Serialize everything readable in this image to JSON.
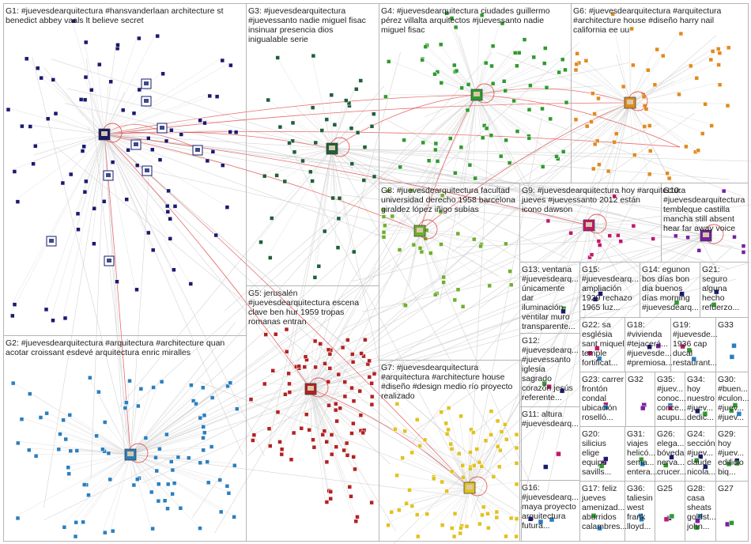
{
  "groups": [
    {
      "id": "G1",
      "lines": [
        "G1: #juevesdearquitectura #hansvanderlaan architecture st",
        "benedict abbey vaals lt believe secret"
      ],
      "color": "#1a1a6e"
    },
    {
      "id": "G2",
      "lines": [
        "G2: #juevesdearquitectura #arquitectura #architecture quan",
        "acotar croissant esdevé arquitectura enric miralles"
      ],
      "color": "#2a7fbf"
    },
    {
      "id": "G3",
      "lines": [
        "G3: #juevesdearquitectura",
        "#juevessanto nadie miguel fisac",
        "insinuar presencia dios",
        "inigualable serie"
      ],
      "color": "#1f5f3a"
    },
    {
      "id": "G4",
      "lines": [
        "G4: #juevesdearquitectura ciudades guillermo",
        "pérez villalta arquitectos #juevessanto nadie",
        "miguel fisac"
      ],
      "color": "#2e9b2e"
    },
    {
      "id": "G5",
      "lines": [
        "G5: jerusalén",
        "#juevesdearquitectura escena",
        "clave ben hur 1959 tropas",
        "romanas entran"
      ],
      "color": "#b22222"
    },
    {
      "id": "G6",
      "lines": [
        "G6: #juevesdearquitectura #arquitectura",
        "#architecture house #diseño harry nail",
        "california ee uu"
      ],
      "color": "#e08a1e"
    },
    {
      "id": "G7",
      "lines": [
        "G7: #juevesdearquitectura",
        "#arquitectura #architecture house",
        "#diseño #design medio río proyecto",
        "realizado"
      ],
      "color": "#e0c21e"
    },
    {
      "id": "G8",
      "lines": [
        "G8: #juevesdearquitectura facultad",
        "universidad derecho 1958 barcelona",
        "giraldez lópez iñigo subías"
      ],
      "color": "#6fae2e"
    },
    {
      "id": "G9",
      "lines": [
        "G9: #juevesdearquitectura hoy #arquitectura",
        "jueves #juevessanto 2012 están",
        "icono dawson"
      ],
      "color": "#c2186b"
    },
    {
      "id": "G10",
      "lines": [
        "G10:",
        "#juevesdearquitectura",
        "tembleque castilla",
        "mancha still absent",
        "hear far away voice"
      ],
      "color": "#7a1fa2"
    },
    {
      "id": "G11",
      "lines": [
        "G11: altura",
        "#juevesdearq..."
      ],
      "color": "#555555"
    },
    {
      "id": "G12",
      "lines": [
        "G12:",
        "#juevesdearq...",
        "#juevessanto",
        "iglesia",
        "sagrado",
        "corazón jesús",
        "referente..."
      ],
      "color": "#555555"
    },
    {
      "id": "G13",
      "lines": [
        "G13: ventana",
        "#juevesdearq...",
        "únicamente",
        "dar",
        "iluminación",
        "ventilar muro",
        "transparente..."
      ],
      "color": "#555555"
    },
    {
      "id": "G14",
      "lines": [
        "G14: egunon",
        "bos días bon",
        "dia buenos",
        "días morning",
        "#juevesdearq..."
      ],
      "color": "#555555"
    },
    {
      "id": "G15",
      "lines": [
        "G15:",
        "#juevesdearq...",
        "ampliación",
        "1929 rechazo",
        "1965 luz..."
      ],
      "color": "#555555"
    },
    {
      "id": "G16",
      "lines": [
        "G16:",
        "#juevesdearq...",
        "maya proyecto",
        "arquitectura",
        "futura..."
      ],
      "color": "#555555"
    },
    {
      "id": "G17",
      "lines": [
        "G17: feliz",
        "jueves",
        "amenizad...",
        "aburridos",
        "calambres..."
      ],
      "color": "#555555"
    },
    {
      "id": "G18",
      "lines": [
        "G18:",
        "#vivienda",
        "#tejacerá...",
        "#juevesde...",
        "#premiosa..."
      ],
      "color": "#555555"
    },
    {
      "id": "G19",
      "lines": [
        "G19:",
        "#juevesde...",
        "1936 cap",
        "ducal",
        "restaurant..."
      ],
      "color": "#555555"
    },
    {
      "id": "G20",
      "lines": [
        "G20:",
        "silicius",
        "elige",
        "equipo",
        "savills..."
      ],
      "color": "#555555"
    },
    {
      "id": "G21",
      "lines": [
        "G21:",
        "seguro",
        "alguna",
        "hecho",
        "refuerzo..."
      ],
      "color": "#555555"
    },
    {
      "id": "G22",
      "lines": [
        "G22: sa",
        "església",
        "sant miquel",
        "temple",
        "fortificat..."
      ],
      "color": "#555555"
    },
    {
      "id": "G23",
      "lines": [
        "G23: carrer",
        "frontón",
        "condal",
        "ubicación",
        "roselló..."
      ],
      "color": "#555555"
    },
    {
      "id": "G24",
      "lines": [
        "G24:",
        "sección",
        "#juev...",
        "claude",
        "nicola..."
      ],
      "color": "#555555"
    },
    {
      "id": "G25",
      "lines": [
        "G25"
      ],
      "color": "#555555"
    },
    {
      "id": "G26",
      "lines": [
        "G26:",
        "elega...",
        "bóveda",
        "nerva...",
        "crucer..."
      ],
      "color": "#555555"
    },
    {
      "id": "G27",
      "lines": [
        "G27"
      ],
      "color": "#555555"
    },
    {
      "id": "G28",
      "lines": [
        "G28:",
        "casa",
        "sheats",
        "goldst...",
        "john..."
      ],
      "color": "#555555"
    },
    {
      "id": "G29",
      "lines": [
        "G29:",
        "hoy",
        "#juev...",
        "edificio",
        "biq..."
      ],
      "color": "#555555"
    },
    {
      "id": "G30",
      "lines": [
        "G30:",
        "#buen...",
        "#culon...",
        "#juev...",
        "#juev..."
      ],
      "color": "#555555"
    },
    {
      "id": "G31",
      "lines": [
        "G31:",
        "viajes",
        "helicó...",
        "sema...",
        "entera..."
      ],
      "color": "#555555"
    },
    {
      "id": "G32",
      "lines": [
        "G32"
      ],
      "color": "#555555"
    },
    {
      "id": "G33",
      "lines": [
        "G33"
      ],
      "color": "#555555"
    },
    {
      "id": "G34",
      "lines": [
        "G34:",
        "hoy",
        "nuestro",
        "#juev...",
        "dedic..."
      ],
      "color": "#555555"
    },
    {
      "id": "G35",
      "lines": [
        "G35:",
        "#juev...",
        "conoc...",
        "conce...",
        "acupu..."
      ],
      "color": "#555555"
    },
    {
      "id": "G36",
      "lines": [
        "G36:",
        "taliesin",
        "west",
        "frank",
        "lloyd..."
      ],
      "color": "#555555"
    }
  ]
}
